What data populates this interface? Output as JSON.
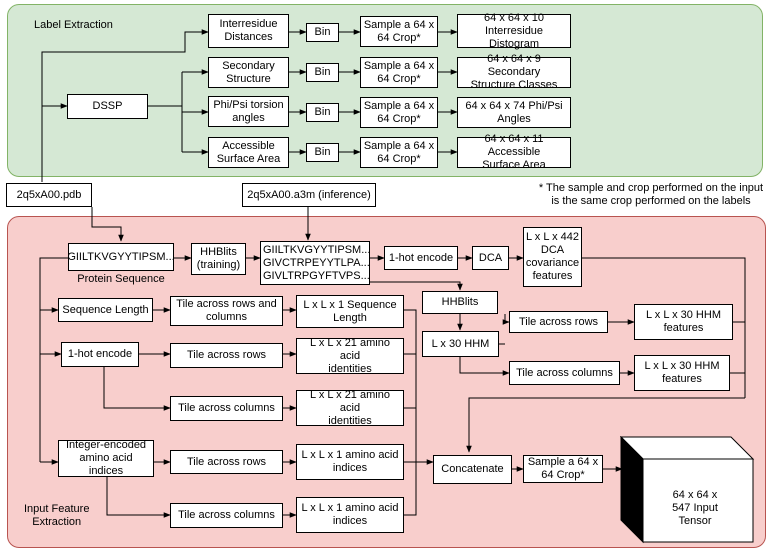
{
  "regions": {
    "label_extraction": "Label Extraction",
    "input_feature_extraction": "Input Feature\nExtraction"
  },
  "label_extraction": {
    "dssp": "DSSP",
    "interresidue_distances": "Interresidue\nDistances",
    "secondary_structure": "Secondary\nStructure",
    "phi_psi": "Phi/Psi torsion\nangles",
    "accessible_surface": "Accessible\nSurface Area",
    "bin": "Bin",
    "crop": "Sample a 64 x\n64 Crop*",
    "out_distogram": "64 x 64 x 10\nInterresidue Distogram",
    "out_secondary": "64 x 64 x 9 Secondary\nStructure Classes",
    "out_phi_psi": "64 x 64 x 74 Phi/Psi\nAngles",
    "out_surface": "64 x 64 x 11 Accessible\nSurface Area"
  },
  "files": {
    "pdb": "2q5xA00.pdb",
    "a3m": "2q5xA00.a3m (inference)"
  },
  "footnote": "* The sample and crop performed on the input\nis the same crop performed on the labels",
  "input_features": {
    "sequence": "GIILTKVGYYTIPSM...",
    "sequence_caption": "Protein Sequence",
    "hhblits_training": "HHBlits\n(training)",
    "msa_lines": "GIILTKVGYYTIPSM...\nGIVCTRPEYYTLPA...\nGIVLTRPGYFTVPS...",
    "one_hot_top": "1-hot encode",
    "dca": "DCA",
    "dca_out": "L x L x 442\nDCA\ncovariance\nfeatures",
    "hhblits": "HHBlits",
    "hhm": "L x 30 HHM",
    "tile_rows": "Tile across rows",
    "tile_columns": "Tile across columns",
    "hhm_out": "L x L x 30 HHM\nfeatures",
    "sequence_length": "Sequence Length",
    "tile_rows_columns": "Tile across rows and\ncolumns",
    "seq_len_out": "L x L x 1 Sequence\nLength",
    "one_hot": "1-hot encode",
    "aa_identities": "L x L x 21 amino acid\nidentities",
    "integer_encoded": "Integer-encoded\namino acid indices",
    "aa_indices": "L x L x 1 amino acid\nindices",
    "concatenate": "Concatenate",
    "crop": "Sample a 64 x\n64 Crop*",
    "tensor": "64 x 64 x\n547 Input\nTensor"
  }
}
